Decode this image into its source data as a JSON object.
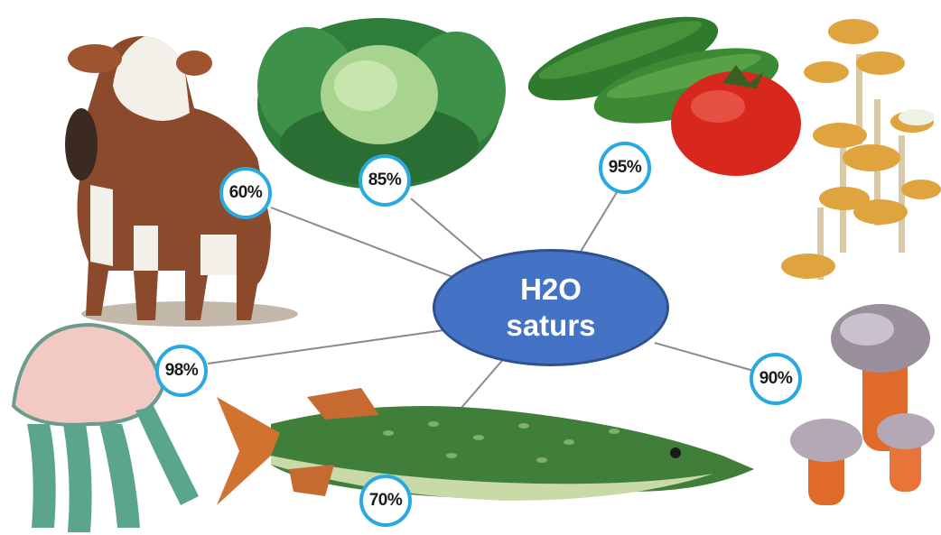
{
  "center": {
    "line1": "H2O",
    "line2": "saturs"
  },
  "items": [
    {
      "subject": "cow",
      "value": "60%"
    },
    {
      "subject": "cabbage",
      "value": "85%"
    },
    {
      "subject": "cucumber-tomato",
      "value": "95%"
    },
    {
      "subject": "mushrooms",
      "value": "90%"
    },
    {
      "subject": "pike-fish",
      "value": "70%"
    },
    {
      "subject": "jellyfish",
      "value": "98%"
    }
  ],
  "colors": {
    "ellipse_fill": "#4472c4",
    "badge_border": "#29a9e1",
    "connector": "#8a8a8a"
  }
}
